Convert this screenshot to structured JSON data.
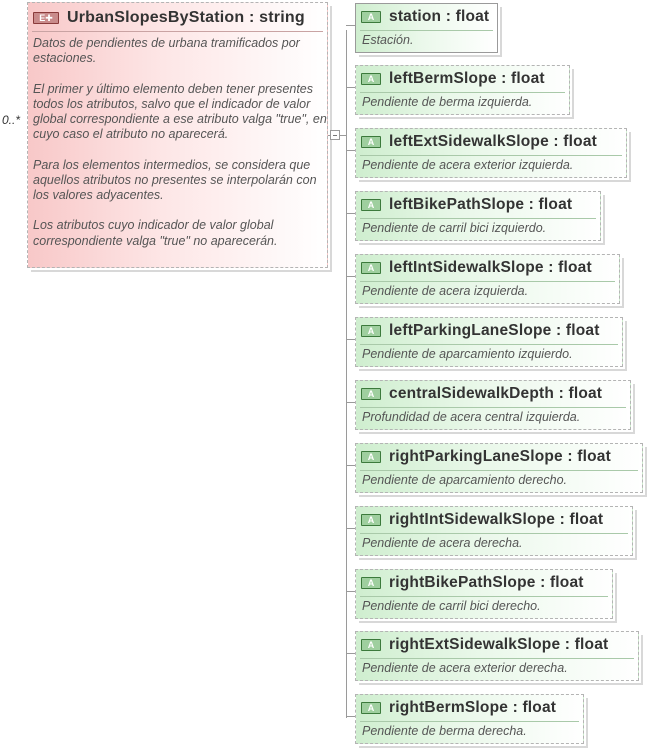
{
  "element": {
    "icon_label": "E",
    "title": "UrbanSlopesByStation : string",
    "multiplicity": "0..*",
    "doc": [
      "Datos de pendientes de urbana tramificados por estaciones.",
      "El primer y último elemento deben tener presentes todos los atributos, salvo que el indicador de valor global correspondiente a ese atributo valga \"true\", en cuyo caso el atributo no aparecerá.",
      "Para los elementos intermedios, se considera que aquellos atributos no presentes se interpolarán con los valores adyacentes.",
      "Los atributos cuyo indicador de valor global correspondiente valga \"true\" no aparecerán."
    ]
  },
  "attribute_icon_label": "A",
  "attributes": [
    {
      "title": "station : float",
      "doc": "Estación.",
      "required": true
    },
    {
      "title": "leftBermSlope : float",
      "doc": "Pendiente de berma izquierda.",
      "required": false
    },
    {
      "title": "leftExtSidewalkSlope : float",
      "doc": "Pendiente de acera exterior izquierda.",
      "required": false
    },
    {
      "title": "leftBikePathSlope : float",
      "doc": "Pendiente de carril bici izquierdo.",
      "required": false
    },
    {
      "title": "leftIntSidewalkSlope : float",
      "doc": "Pendiente de acera izquierda.",
      "required": false
    },
    {
      "title": "leftParkingLaneSlope : float",
      "doc": "Pendiente de aparcamiento izquierdo.",
      "required": false
    },
    {
      "title": "centralSidewalkDepth : float",
      "doc": "Profundidad de acera central izquierda.",
      "required": false
    },
    {
      "title": "rightParkingLaneSlope : float",
      "doc": "Pendiente de aparcamiento derecho.",
      "required": false
    },
    {
      "title": "rightIntSidewalkSlope : float",
      "doc": "Pendiente de acera derecha.",
      "required": false
    },
    {
      "title": "rightBikePathSlope : float",
      "doc": "Pendiente de carril bici derecho.",
      "required": false
    },
    {
      "title": "rightExtSidewalkSlope : float",
      "doc": "Pendiente de acera exterior derecha.",
      "required": false
    },
    {
      "title": "rightBermSlope : float",
      "doc": "Pendiente de berma derecha.",
      "required": false
    }
  ]
}
